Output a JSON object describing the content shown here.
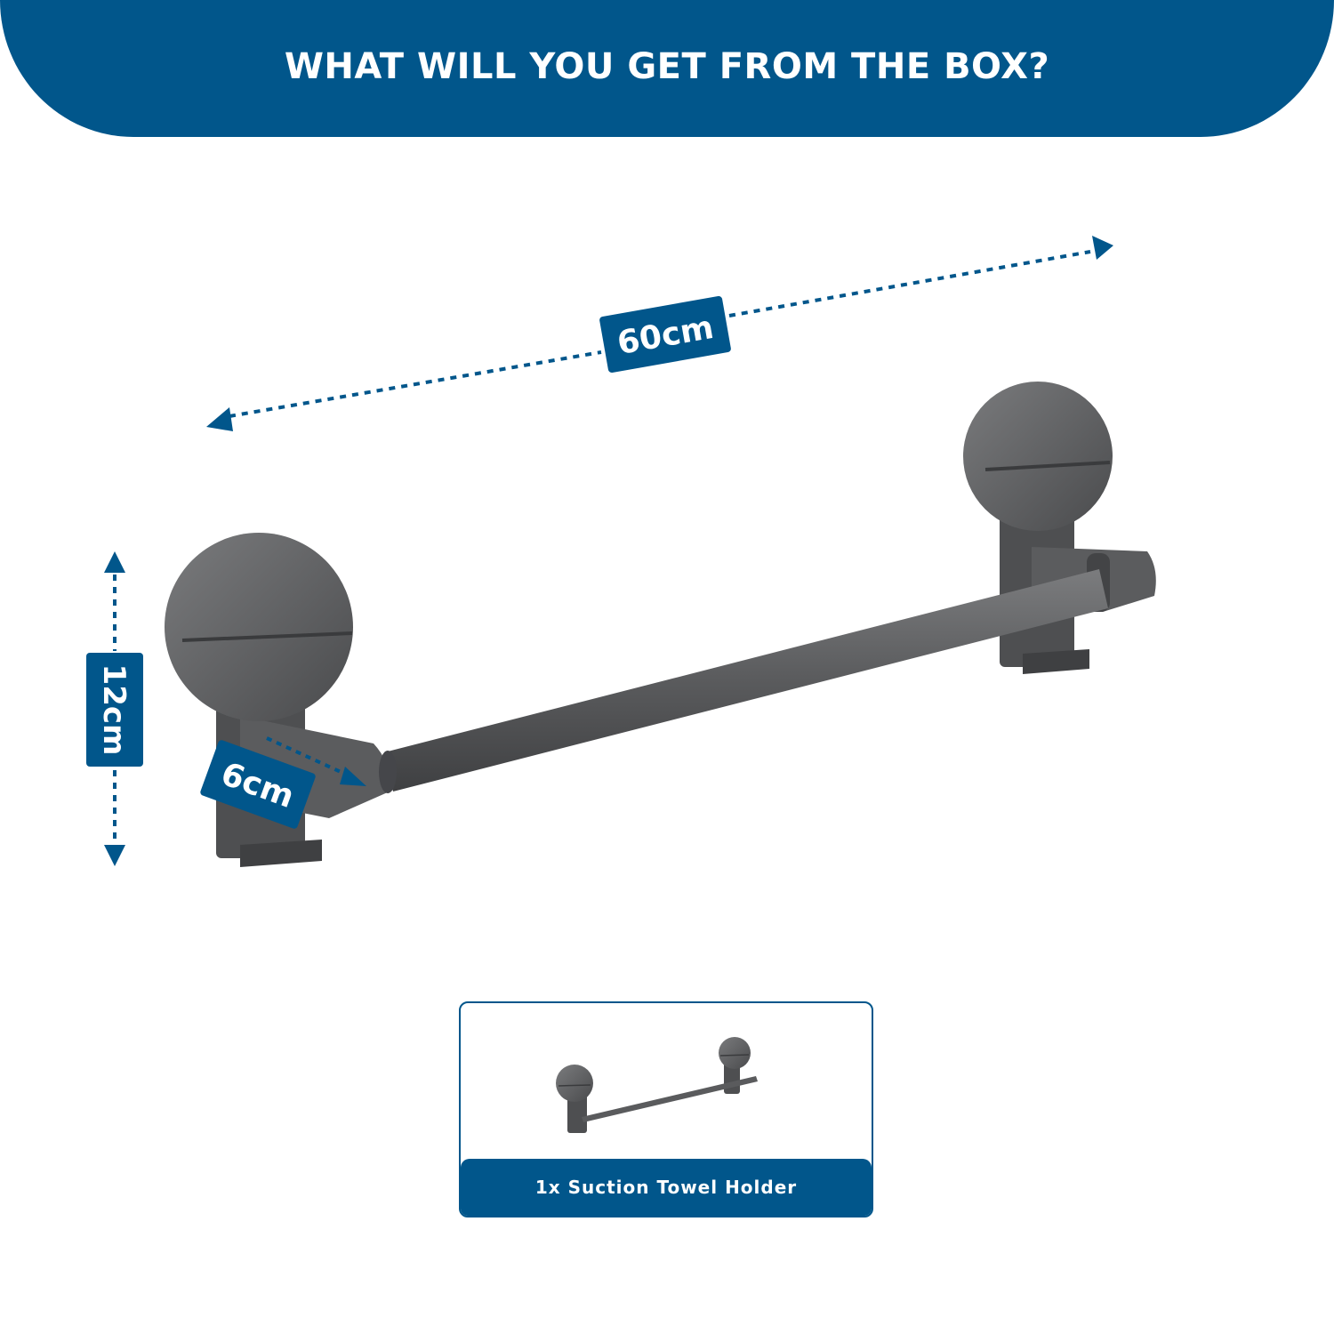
{
  "header": {
    "title": "WHAT WILL YOU GET FROM THE BOX?"
  },
  "dimensions": {
    "length": "60cm",
    "height": "12cm",
    "depth": "6cm"
  },
  "box_contents": {
    "item_label": "1x Suction Towel Holder"
  },
  "colors": {
    "brand_blue": "#01568b",
    "product_gray": "#58595b"
  }
}
